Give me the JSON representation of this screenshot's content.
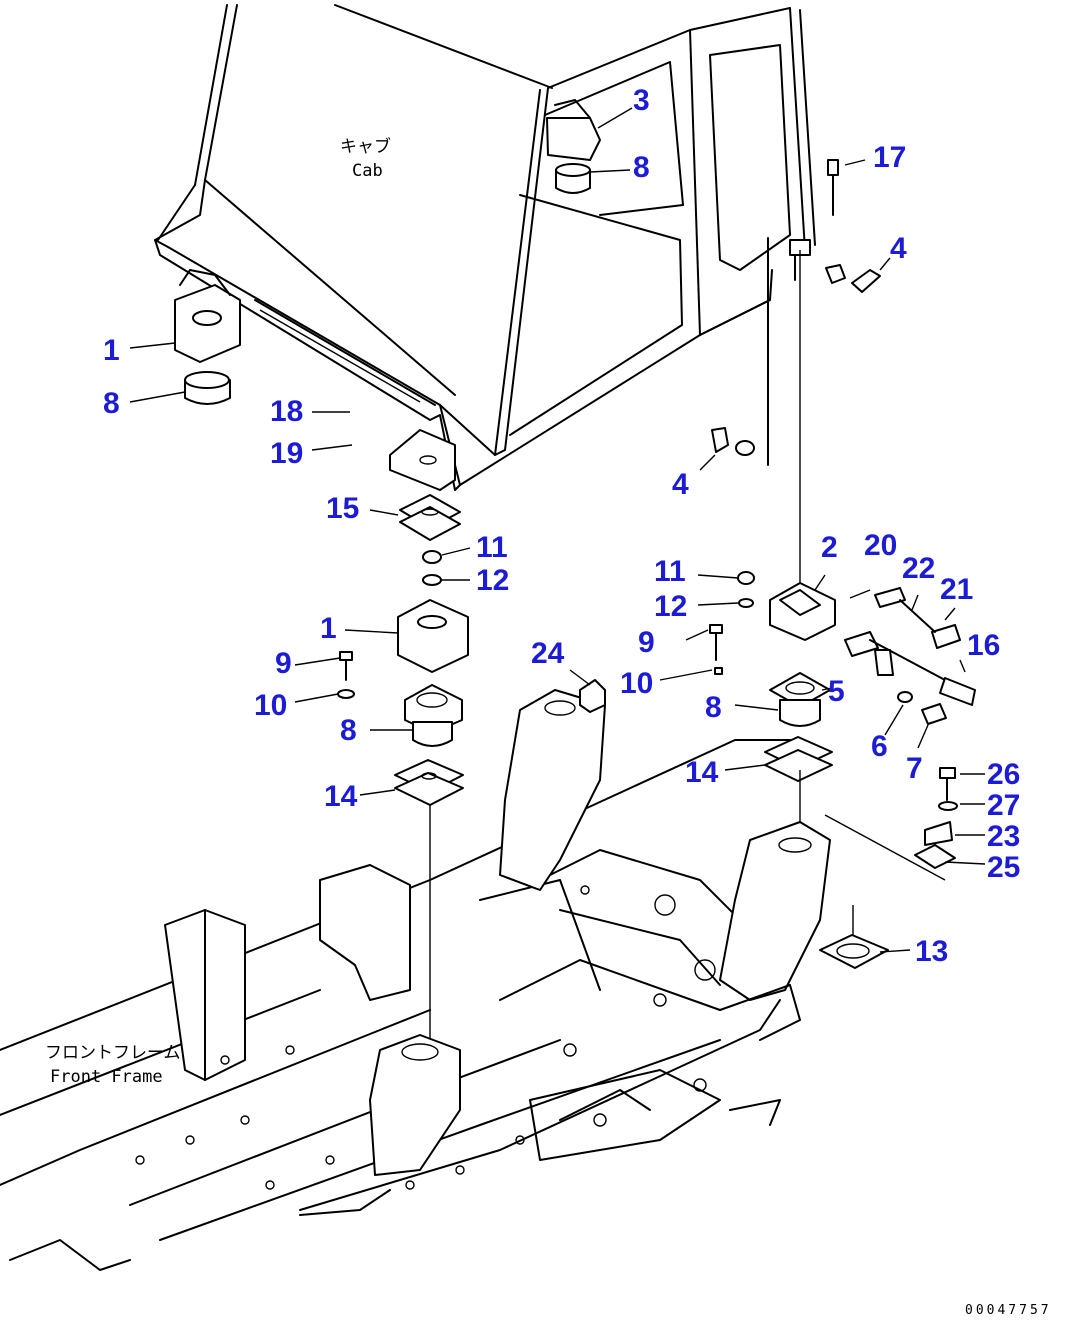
{
  "annotations": {
    "cab_ja": "キャブ",
    "cab_en": "Cab",
    "frame_ja": "フロントフレーム",
    "frame_en": "Front Frame",
    "drawing_number": "00047757"
  },
  "callouts": [
    {
      "label": "3"
    },
    {
      "label": "8"
    },
    {
      "label": "17"
    },
    {
      "label": "4"
    },
    {
      "label": "1"
    },
    {
      "label": "8"
    },
    {
      "label": "18"
    },
    {
      "label": "19"
    },
    {
      "label": "4"
    },
    {
      "label": "15"
    },
    {
      "label": "11"
    },
    {
      "label": "12"
    },
    {
      "label": "2"
    },
    {
      "label": "20"
    },
    {
      "label": "22"
    },
    {
      "label": "21"
    },
    {
      "label": "11"
    },
    {
      "label": "12"
    },
    {
      "label": "16"
    },
    {
      "label": "1"
    },
    {
      "label": "9"
    },
    {
      "label": "24"
    },
    {
      "label": "9"
    },
    {
      "label": "10"
    },
    {
      "label": "5"
    },
    {
      "label": "10"
    },
    {
      "label": "8"
    },
    {
      "label": "8"
    },
    {
      "label": "6"
    },
    {
      "label": "7"
    },
    {
      "label": "14"
    },
    {
      "label": "26"
    },
    {
      "label": "14"
    },
    {
      "label": "27"
    },
    {
      "label": "23"
    },
    {
      "label": "25"
    },
    {
      "label": "13"
    }
  ]
}
